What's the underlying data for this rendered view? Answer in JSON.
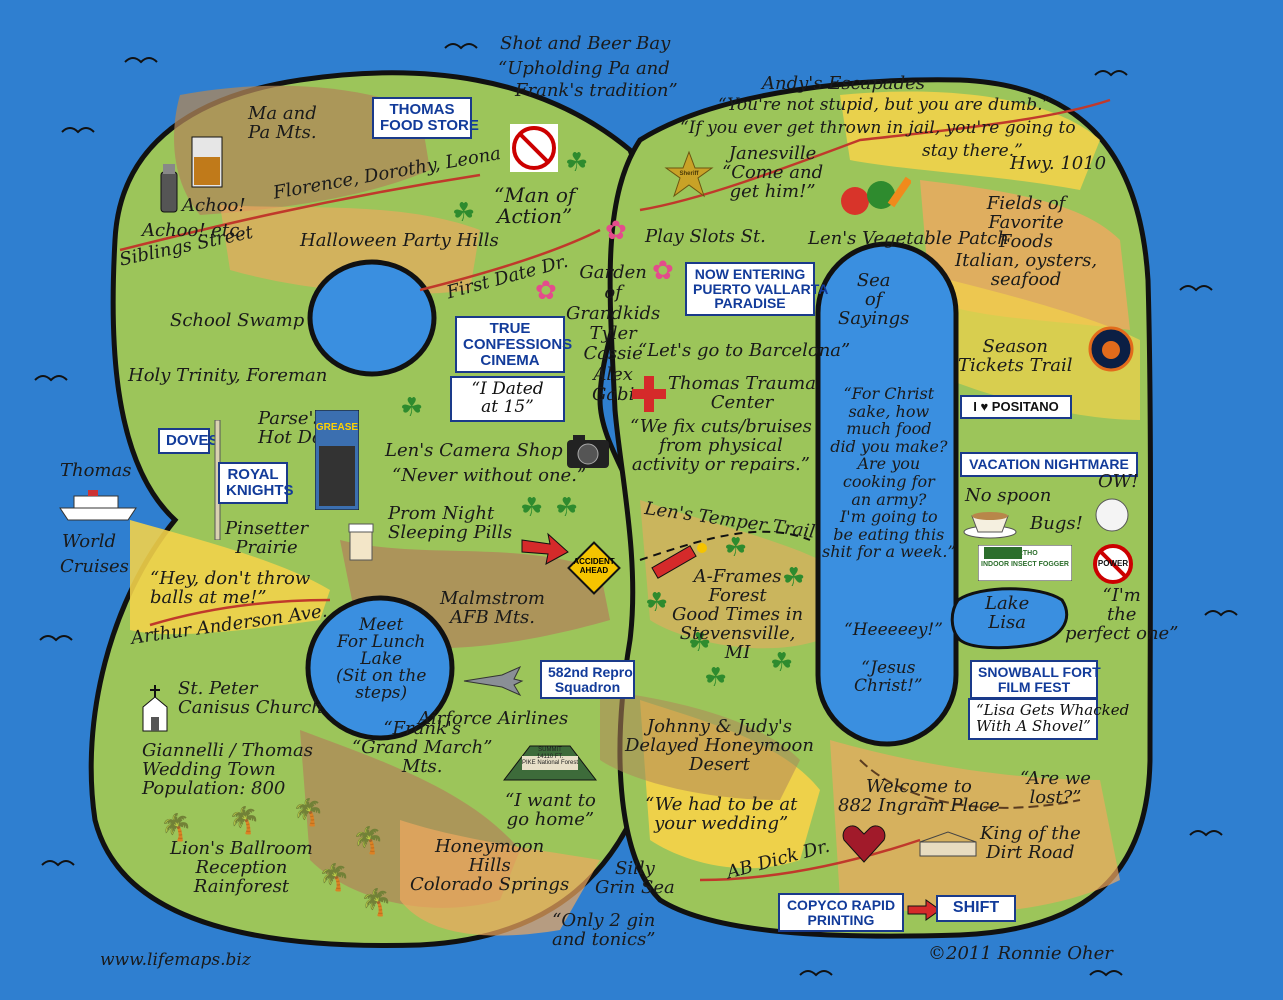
{
  "colors": {
    "ocean": "#2f7fd0",
    "land_green": "#9cc55a",
    "land_brown": "#b0875a",
    "land_yellow": "#f2d24a",
    "land_orange": "#f0a860",
    "lake": "#3a8fe0",
    "outline": "#111111",
    "road": "#c0392b",
    "box_text": "#123b9a"
  },
  "ocean_labels": {
    "bay_title": "Shot and Beer Bay",
    "bay_quote_1": "“Upholding Pa and",
    "bay_quote_2": "Frank's tradition”",
    "world_1": "Thomas",
    "world_2": "World",
    "world_3": "Cruises",
    "website": "www.lifemaps.biz",
    "copyright": "©2011 Ronnie Oher"
  },
  "places": {
    "ma_pa": "Ma and\nPa Mts.",
    "food_store": "THOMAS\nFOOD STORE",
    "achoo_1": "Achoo!",
    "achoo_2": "Achoo! etc.",
    "man_of_action": "“Man of\nAction”",
    "siblings_street": "Siblings Street",
    "florence": "Florence, Dorothy, Leona",
    "halloween": "Halloween Party Hills",
    "first_date": "First Date Dr.",
    "school_swamp": "School Swamp",
    "holy_trinity": "Holy Trinity, Foreman",
    "true_confessions": "TRUE\nCONFESSIONS\nCINEMA",
    "dated": "“I Dated\nat 15”",
    "garden": "Garden\nof\nGrandkids\nTyler\nCassie\nAlex\nGabi",
    "doves": "DOVES",
    "parses": "Parse's\nHot Dogs",
    "royal_knights": "ROYAL\nKNIGHTS",
    "grease": "GREASE",
    "camera_shop": "Len's Camera Shop",
    "camera_quote": "“Never without one.”",
    "prom": "Prom Night\nSleeping Pills",
    "pinsetter": "Pinsetter\nPrairie",
    "dont_throw": "“Hey, don't throw\nballs at me!”",
    "accident": "ACCIDENT\nAHEAD",
    "malmstrom": "Malmstrom\nAFB Mts.",
    "arthur": "Arthur Anderson Ave.",
    "meet_lake": "Meet\nFor Lunch\nLake\n(Sit on the\nsteps)",
    "st_peter": "St. Peter\nCanisus Church",
    "airforce": "Airforce Airlines",
    "squadron": "582nd Repro\nSquadron",
    "giannelli": "Giannelli / Thomas\nWedding Town\nPopulation: 800",
    "franks": "“Frank's\n“Grand March”\nMts.",
    "want_home": "“I want to\ngo home”",
    "honeymoon_hills": "Honeymoon\nHills\nColorado Springs",
    "lions": "Lion's Ballroom\nReception\nRainforest",
    "johnny": "Johnny & Judy's\nDelayed Honeymoon\nDesert",
    "wedding_quote": "“We had to be at\nyour wedding”",
    "silly": "Silly\nGrin Sea",
    "gin": "“Only 2 gin\nand tonics”",
    "andys": "Andy's Escapades",
    "andys_q1": "“You're not stupid, but you are dumb.”",
    "andys_q2": "“If you ever get thrown in jail, you're going to",
    "andys_q3": "stay there.”",
    "janesville": "Janesville\n“Come and\nget him!”",
    "hwy": "Hwy. 1010",
    "play_slots": "Play Slots St.",
    "vegetable": "Len's Vegetable Patch",
    "fields": "Fields of\nFavorite\nFoods\nItalian, oysters,\nseafood",
    "puerto": "NOW ENTERING\nPUERTO VALLARTA\nPARADISE",
    "barcelona": "“Let's go to Barcelona”",
    "trauma": "Thomas Trauma\nCenter",
    "trauma_quote": "“We fix cuts/bruises\nfrom physical\nactivity or repairs.”",
    "sea_sayings": "Sea\nof\nSayings",
    "sayings_1": "“For Christ\nsake, how\nmuch food\ndid you make?\nAre you\ncooking for\nan army?\nI'm going to\nbe eating this\nshit for a week.”",
    "sayings_2": "“Heeeeey!”",
    "sayings_3": "“Jesus\nChrist!”",
    "season": "Season\nTickets Trail",
    "positano": "I ♥ POSITANO",
    "vacation": "VACATION NIGHTMARE",
    "ow": "OW!",
    "no_spoon": "No spoon",
    "bugs": "Bugs!",
    "ortho": "ORTHO\nINDOOR INSECT FOGGER",
    "power": "POWER",
    "temper": "Len's Temper Trail",
    "aframes": "A-Frames\nForest\nGood Times in\nStevensville,\nMI",
    "lake_lisa": "Lake\nLisa",
    "perfect": "“I'm\nthe\nperfect one”",
    "snowball": "SNOWBALL FORT\nFILM FEST",
    "lisa_whacked": "“Lisa Gets Whacked\nWith A Shovel”",
    "welcome": "Welcome to\n882 Ingram Place",
    "are_we_lost": "“Are we\nlost?”",
    "king": "King of the\nDirt Road",
    "ab_dick": "AB Dick Dr.",
    "copyco": "COPYCO RAPID\nPRINTING",
    "shift": "SHIFT",
    "summit": "SUMMIT\n14110 FT.\nPIKE National Forest",
    "sheriff": "Sheriff"
  },
  "icons": [
    "salt-shaker-icon",
    "beer-mug-icon",
    "no-smoking-icon",
    "clover-icon",
    "sheriff-badge-icon",
    "vegetables-icon",
    "flower-icon",
    "red-cross-icon",
    "camera-icon",
    "pill-bottle-icon",
    "dynamite-icon",
    "cruise-ship-icon",
    "airplane-icon",
    "palm-tree-icon",
    "church-icon",
    "heart-cake-icon",
    "bears-logo-icon",
    "teacup-icon",
    "golf-ball-icon",
    "house-icon"
  ]
}
